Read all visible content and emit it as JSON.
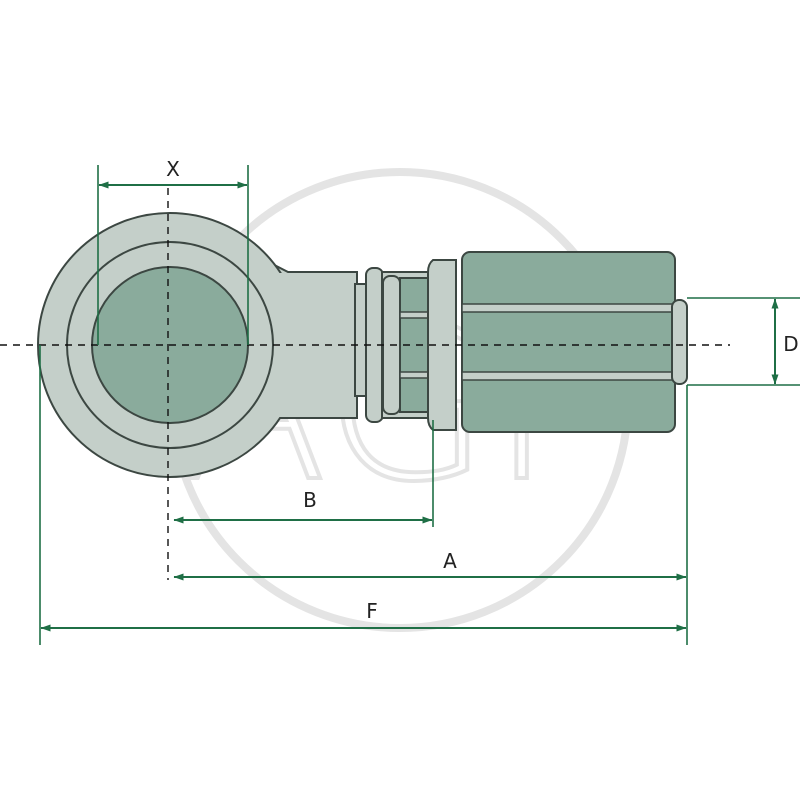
{
  "colors": {
    "body_light": "#c4cfc9",
    "body_dark": "#8aab9c",
    "outline": "#3c4742",
    "dimension": "#1f6f46",
    "centerline": "#111111",
    "watermark": "#e4e4e4"
  },
  "watermark": {
    "text": "AGP"
  },
  "dimensions": {
    "x_label": "X",
    "d_label": "D",
    "b_label": "B",
    "a_label": "A",
    "f_label": "F"
  }
}
